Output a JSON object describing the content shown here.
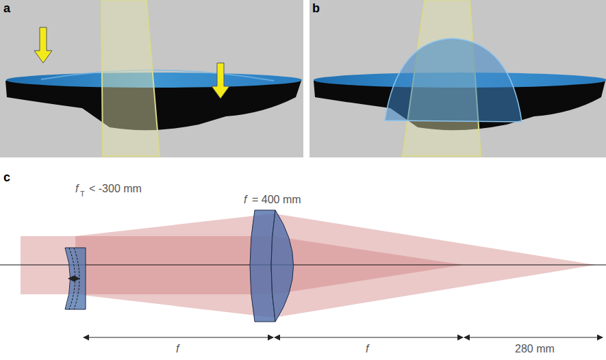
{
  "diagram": {
    "labels": [
      "a",
      "b",
      "c",
      "f",
      "T",
      "< -300 mm",
      "f",
      "= 400 mm",
      "f",
      "f",
      "280 mm"
    ]
  }
}
